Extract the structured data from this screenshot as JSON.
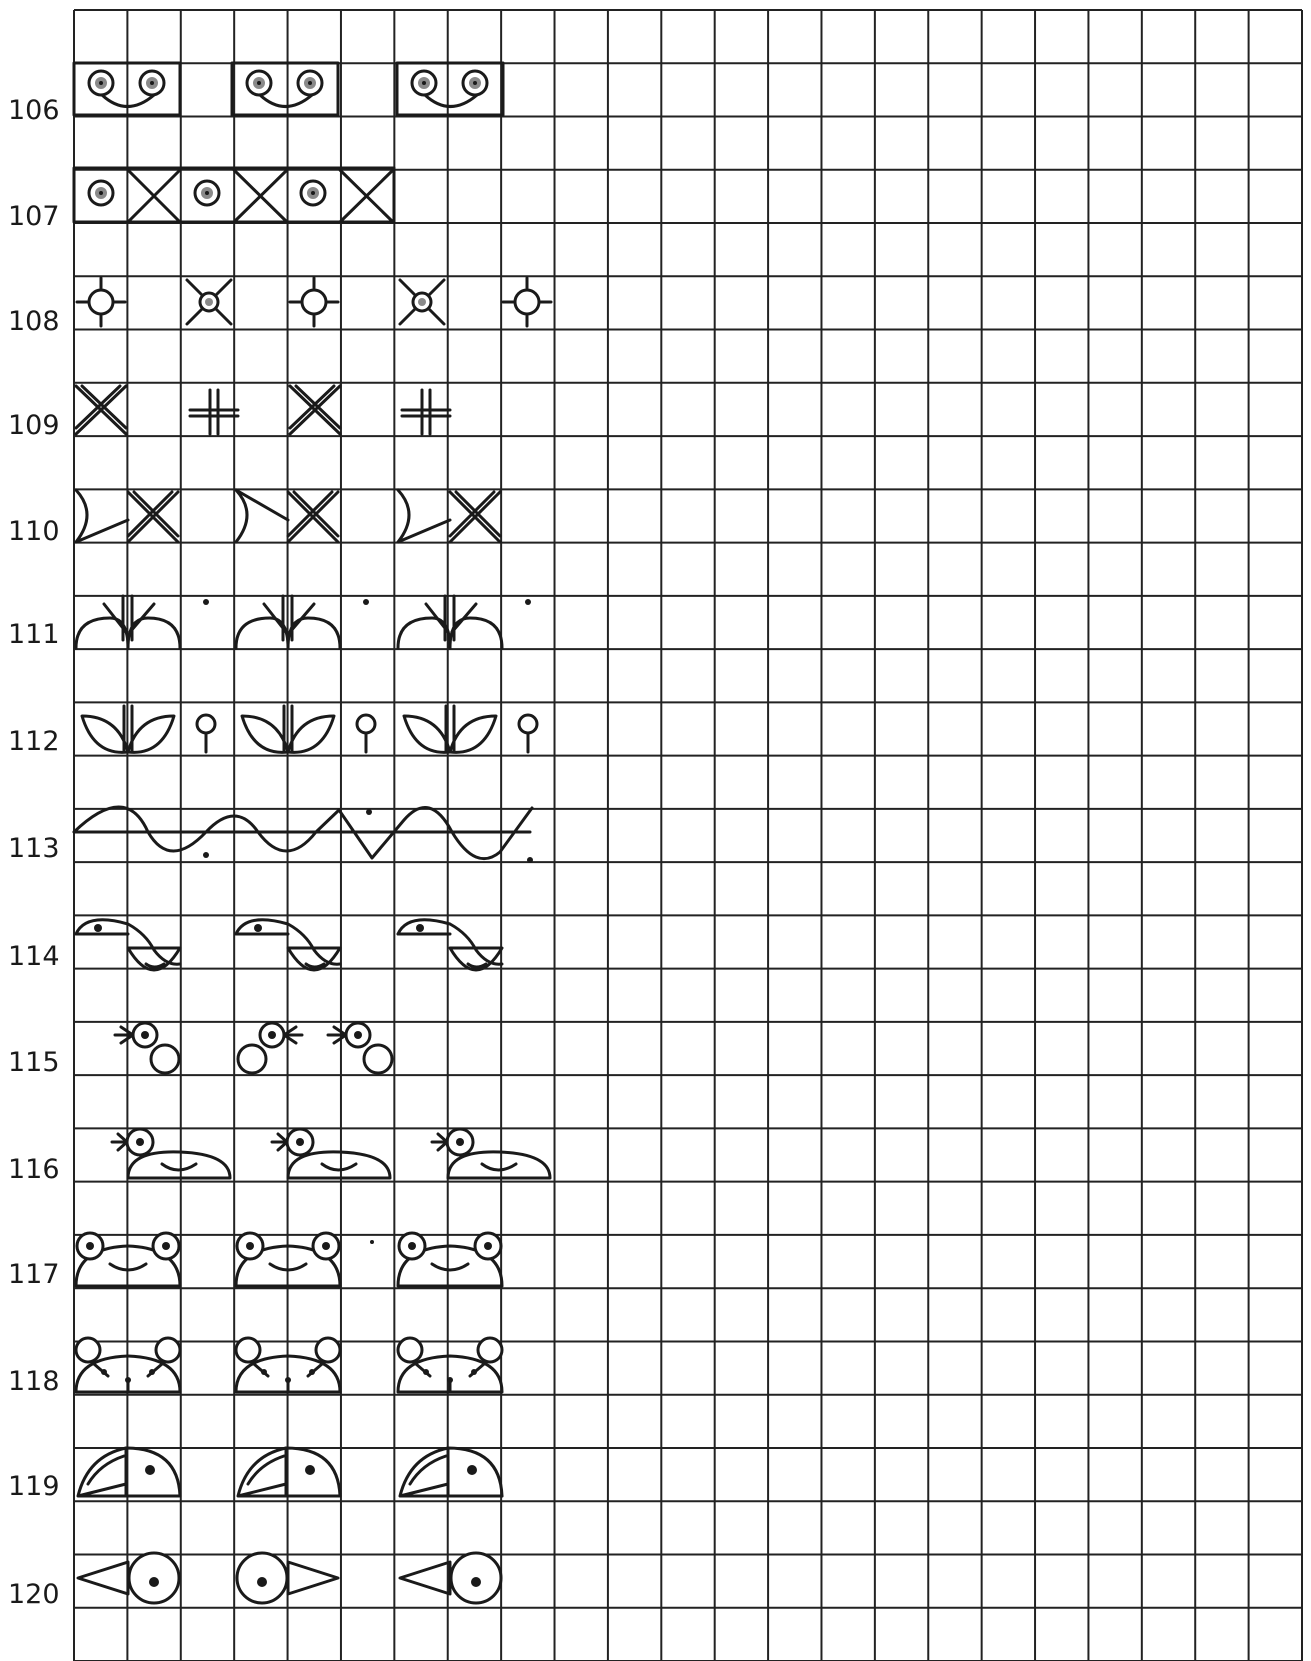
{
  "worksheet": {
    "rows": [
      {
        "number": "106",
        "pattern": "face-pairs"
      },
      {
        "number": "107",
        "pattern": "circle-x"
      },
      {
        "number": "108",
        "pattern": "sun-star"
      },
      {
        "number": "109",
        "pattern": "x-plus"
      },
      {
        "number": "110",
        "pattern": "bow-x"
      },
      {
        "number": "111",
        "pattern": "hill-sprout-dot"
      },
      {
        "number": "112",
        "pattern": "leaves-flower"
      },
      {
        "number": "113",
        "pattern": "wave-dots"
      },
      {
        "number": "114",
        "pattern": "fish-wave"
      },
      {
        "number": "115",
        "pattern": "chick"
      },
      {
        "number": "116",
        "pattern": "bird-body"
      },
      {
        "number": "117",
        "pattern": "frog-face"
      },
      {
        "number": "118",
        "pattern": "bear-face"
      },
      {
        "number": "119",
        "pattern": "bird-head"
      },
      {
        "number": "120",
        "pattern": "fish-head"
      }
    ]
  }
}
